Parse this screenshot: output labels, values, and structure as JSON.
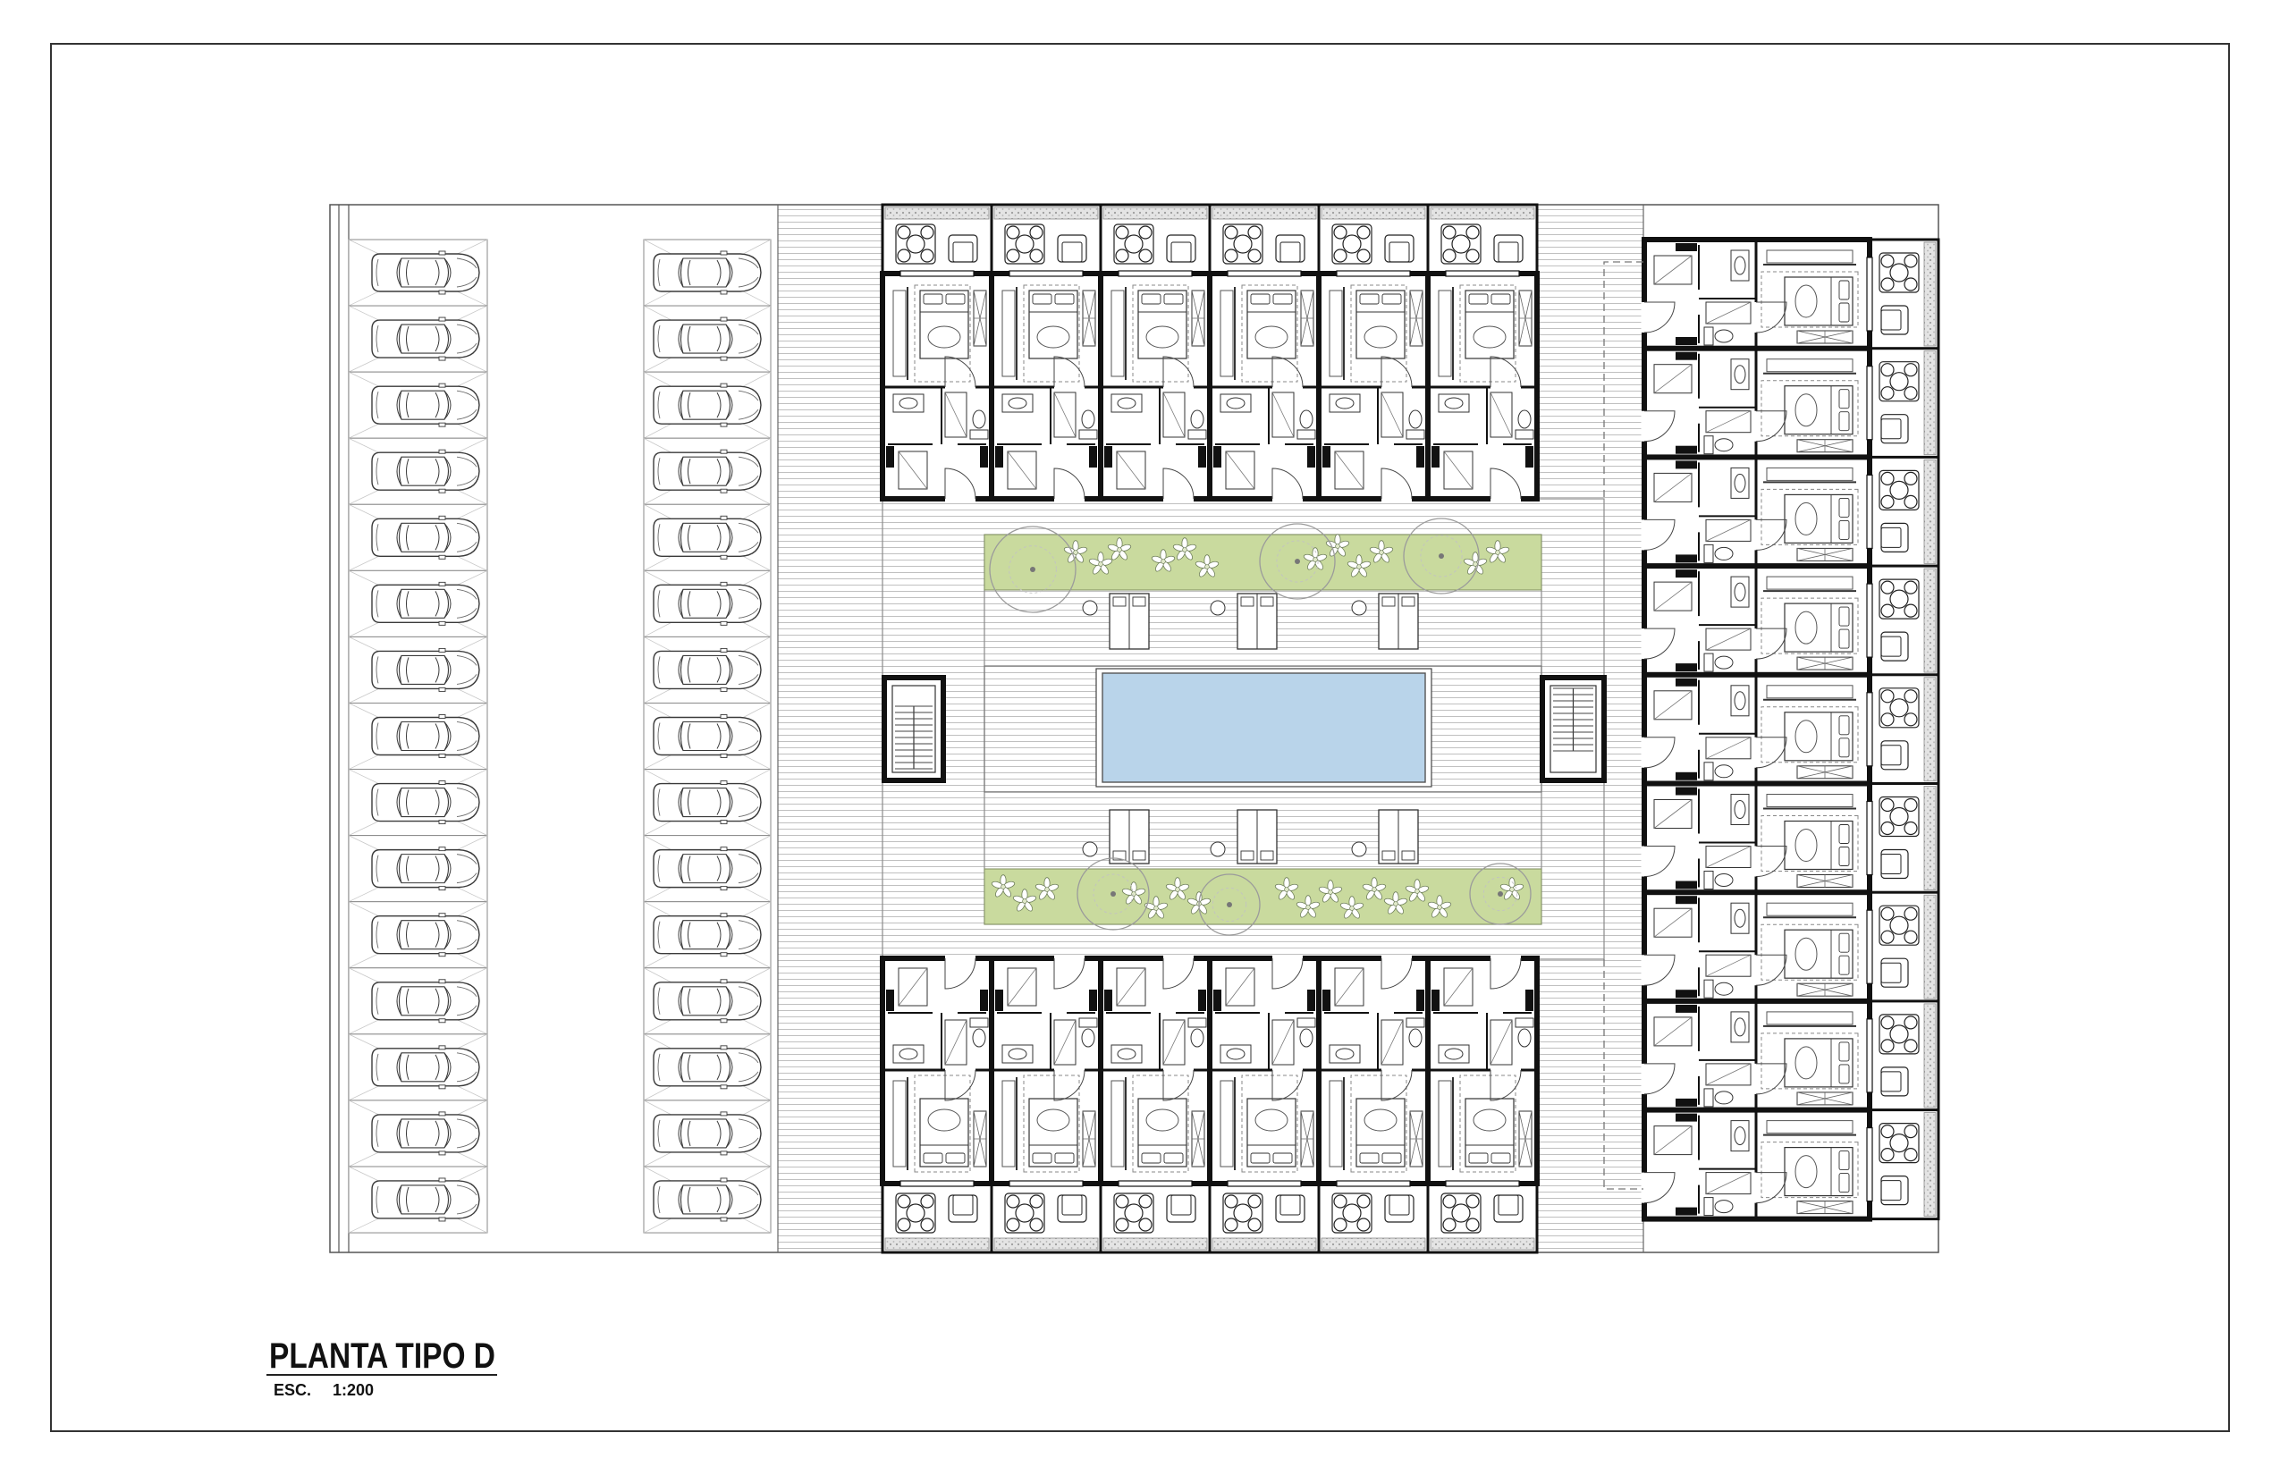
{
  "drawing": {
    "title": "PLANTA TIPO D",
    "scale_label": "ESC.",
    "scale_value": "1:200"
  },
  "colors": {
    "pool_water": "#b9d4ea",
    "planter_green": "#c9da9e",
    "wall": "#111111",
    "deck_hatch": "#b9b9b9",
    "sheet_background": "#ffffff"
  },
  "icons": {
    "car": "car-icon",
    "bed": "bed-icon",
    "dining_set": "dining-table-icon",
    "armchair": "armchair-icon",
    "toilet": "toilet-icon",
    "sink": "sink-icon",
    "shower": "shower-icon",
    "sun_lounger": "sun-lounger-icon",
    "tree": "tree-icon",
    "flower": "flower-icon",
    "stairs": "stairs-icon",
    "door": "door-swing-icon"
  }
}
